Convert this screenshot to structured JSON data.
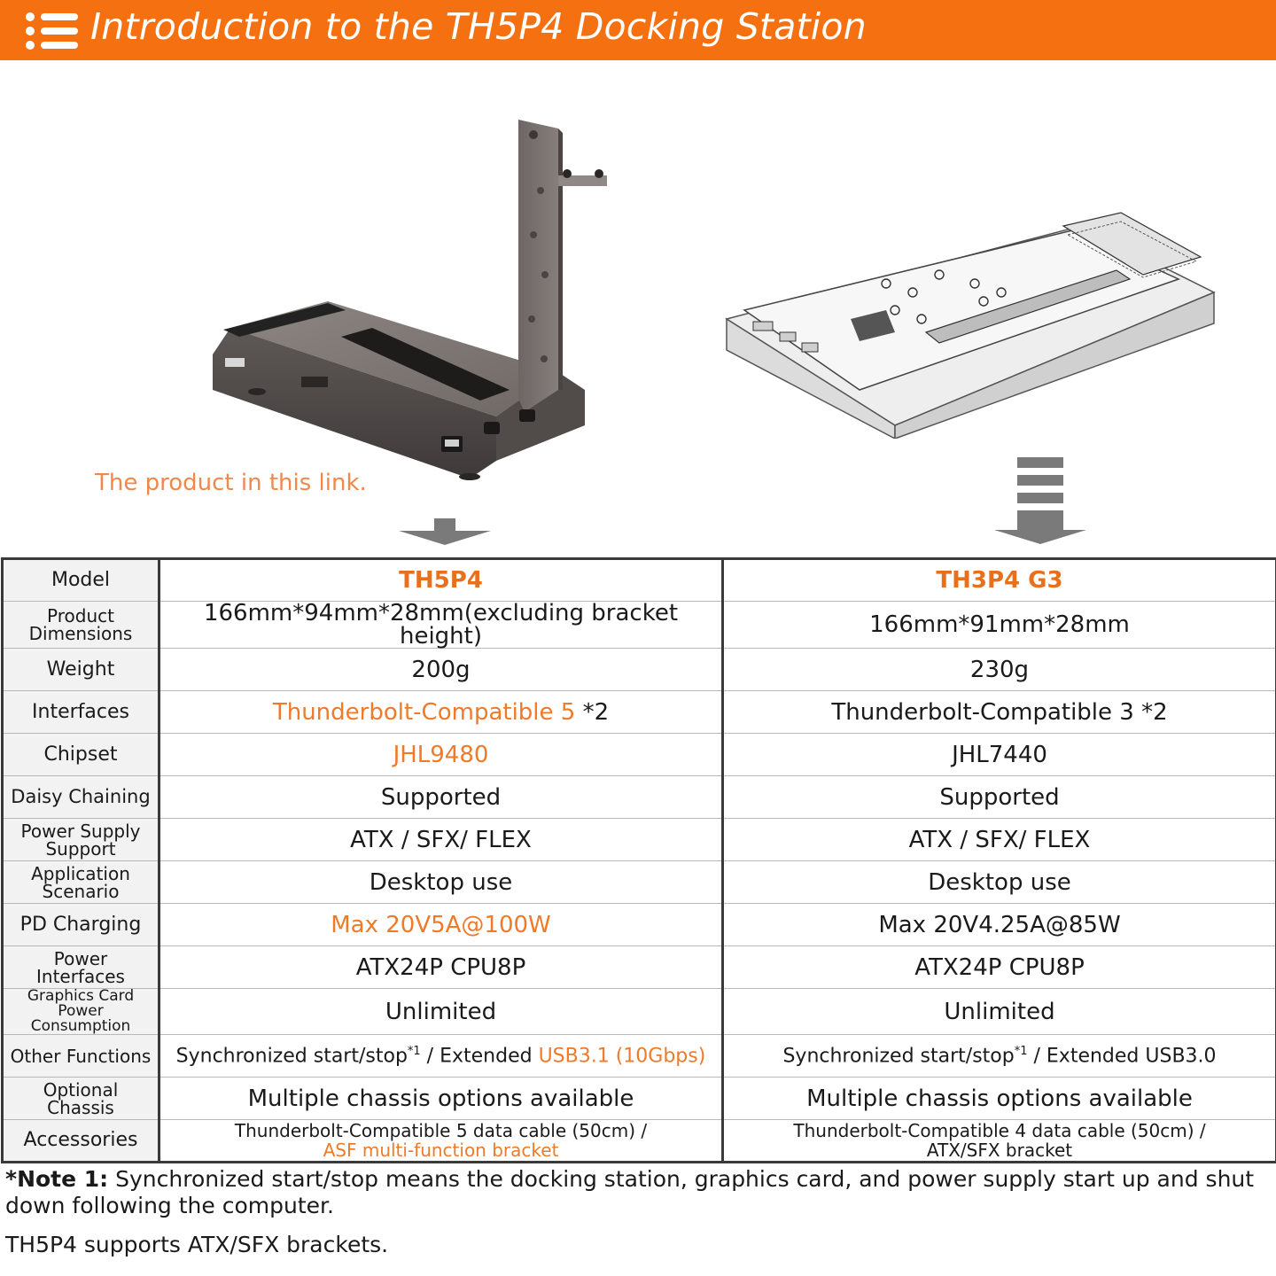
{
  "header": {
    "title": "Introduction to the TH5P4 Docking Station",
    "background": "#f57010"
  },
  "images": {
    "left_product": "TH5P4 docking station with vertical bracket",
    "right_product": "TH3P4 G3 docking station board"
  },
  "caption": {
    "link_text": "The product in this link."
  },
  "colors": {
    "accent": "#e8701c",
    "highlight": "#ee7a2a",
    "label_bg": "#f2f2f2",
    "border": "#3a3a3a"
  },
  "table": {
    "model_label": "Model",
    "model_a": "TH5P4",
    "model_b": "TH3P4 G3",
    "rows": {
      "dimensions": {
        "label_1": "Product",
        "label_2": "Dimensions",
        "a": "166mm*94mm*28mm(excluding bracket height)",
        "b": "166mm*91mm*28mm"
      },
      "weight": {
        "label": "Weight",
        "a": "200g",
        "b": "230g"
      },
      "interfaces": {
        "label": "Interfaces",
        "a_highlight": "Thunderbolt-Compatible 5",
        "a_rest": " *2",
        "b": "Thunderbolt-Compatible 3 *2"
      },
      "chipset": {
        "label": "Chipset",
        "a": "JHL9480",
        "b": "JHL7440"
      },
      "daisy": {
        "label": "Daisy Chaining",
        "a": "Supported",
        "b": "Supported"
      },
      "psu": {
        "label_1": "Power Supply",
        "label_2": "Support",
        "a": "ATX / SFX/ FLEX",
        "b": "ATX / SFX/ FLEX"
      },
      "scenario": {
        "label_1": "Application",
        "label_2": "Scenario",
        "a": "Desktop use",
        "b": "Desktop use"
      },
      "pd": {
        "label": "PD Charging",
        "a": "Max 20V5A@100W",
        "b": "Max 20V4.25A@85W"
      },
      "power_if": {
        "label_1": "Power",
        "label_2": "Interfaces",
        "a": "ATX24P CPU8P",
        "b": "ATX24P CPU8P"
      },
      "gpu_power": {
        "label_1": "Graphics Card",
        "label_2": "Power Consumption",
        "a": "Unlimited",
        "b": "Unlimited"
      },
      "other": {
        "label": "Other Functions",
        "a_1": "Synchronized start/stop",
        "a_sup": "*1",
        "a_2": " / Extended ",
        "a_highlight": "USB3.1 (10Gbps)",
        "b_1": "Synchronized start/stop",
        "b_sup": "*1",
        "b_2": " / Extended USB3.0"
      },
      "chassis": {
        "label_1": "Optional",
        "label_2": "Chassis",
        "a": "Multiple chassis options available",
        "b": "Multiple chassis options available"
      },
      "accessories": {
        "label": "Accessories",
        "a_1": "Thunderbolt-Compatible 5 data cable (50cm) /",
        "a_2": "ASF multi-function bracket",
        "b_1": "Thunderbolt-Compatible 4 data cable (50cm) /",
        "b_2": "ATX/SFX bracket"
      }
    }
  },
  "notes": {
    "note1_label": "*Note 1:",
    "note1_text": " Synchronized start/stop means the docking station, graphics card, and power supply start up and shut down following the computer.",
    "note2": "TH5P4 supports ATX/SFX brackets."
  }
}
